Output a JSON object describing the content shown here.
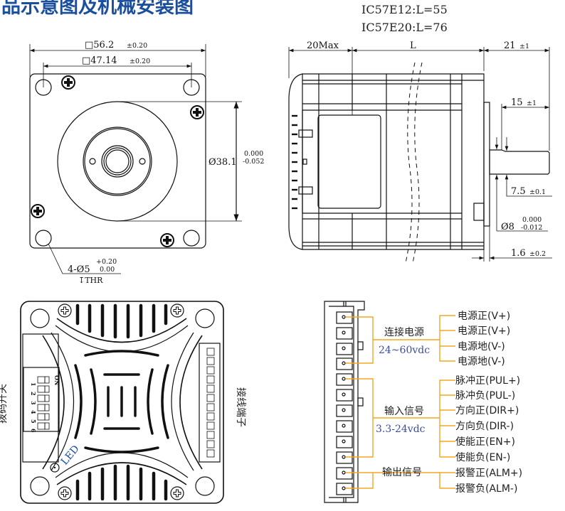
{
  "title": "品示意图及机械安装图",
  "front_view": {
    "dim_outer": "□56.2",
    "dim_outer_tol": "±0.20",
    "dim_hole_pitch": "□47.14",
    "dim_hole_pitch_tol": "±0.20",
    "dim_boss": "Ø38.1",
    "dim_boss_tol_upper": "0.000",
    "dim_boss_tol_lower": "-0.052",
    "hole_callout": "4-Ø5",
    "hole_tol_upper": "+0.20",
    "hole_tol_lower": "0.00",
    "hole_depth": "↧THR"
  },
  "side_view": {
    "model_1": "IC57E12:L=55",
    "model_2": "IC57E20:L=76",
    "dim_back": "20Max",
    "dim_body": "L",
    "dim_shaft": "21",
    "dim_shaft_tol": "±1",
    "dim_flat": "15",
    "dim_flat_tol": "±1",
    "dim_flat_depth": "7.5",
    "dim_flat_depth_tol": "±0.1",
    "dim_shaft_dia": "Ø8",
    "dim_shaft_dia_tol_upper": "0.000",
    "dim_shaft_dia_tol_lower": "-0.012",
    "dim_flange": "1.6",
    "dim_flange_tol": "±0.2"
  },
  "driver_view": {
    "dip_label": "拨码开关",
    "terminal_label": "接线端子",
    "led_label": "LED",
    "dip_on": "ON",
    "dip_numbers": [
      "1",
      "2",
      "3",
      "4",
      "5",
      "6"
    ]
  },
  "wiring": {
    "colors": {
      "line": "#f5a623",
      "voltage": "#3b4ea0"
    },
    "groups": [
      {
        "name": "连接电源",
        "voltage": "24~60vdc"
      },
      {
        "name": "输入信号",
        "voltage": "3.3-24vdc"
      },
      {
        "name": "输出信号",
        "voltage": ""
      }
    ],
    "pins": [
      "电源正(V+)",
      "电源正(V+)",
      "电源地(V-)",
      "电源地(V-)",
      "脉冲正(PUL+)",
      "脉冲负(PUL-)",
      "方向正(DIR+)",
      "方向负(DIR-)",
      "使能正(EN+)",
      "使能负(EN-)",
      "报警正(ALM+)",
      "报警负(ALM-)"
    ]
  }
}
